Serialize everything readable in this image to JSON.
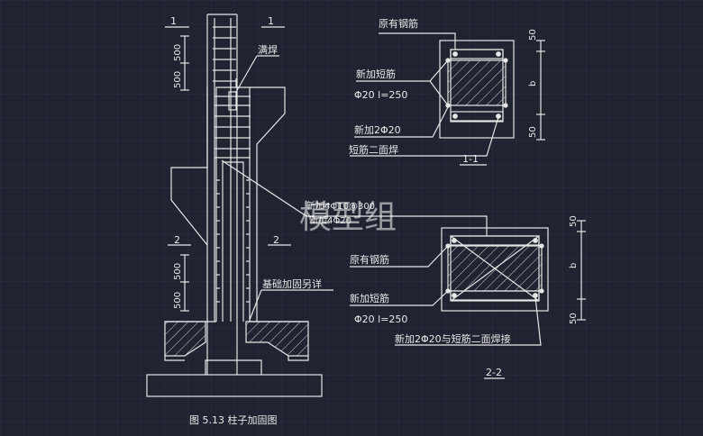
{
  "drawing": {
    "caption": "图 5.13 柱子加固图",
    "elevation": {
      "section_marks": [
        "1",
        "1",
        "2",
        "2"
      ],
      "dimensions": [
        "500",
        "500",
        "500",
        "500"
      ],
      "label_full_weld": "满焊",
      "label_foundation": "基础加固另详",
      "label_overlap_a": "新加4Φ10@300",
      "label_overlap_b": "新加4Φ20"
    },
    "section_1_1": {
      "title": "1-1",
      "label_existing_rebar": "原有钢筋",
      "label_new_short_bar": "新加短筋",
      "label_short_bar_spec": "Φ20  l=250",
      "label_new_bars": "新加2Φ20",
      "label_weld": "短筋二面焊",
      "dim_top": "50",
      "dim_mid": "b",
      "dim_bottom": "50"
    },
    "section_2_2": {
      "title": "2-2",
      "label_existing_rebar": "原有钢筋",
      "label_new_short_bar": "新加短筋",
      "label_short_bar_spec": "Φ20  l=250",
      "label_new_bars_weld": "新加2Φ20与短筋二面焊接",
      "dim_top": "50",
      "dim_mid": "b",
      "dim_bottom": "50"
    },
    "watermark": "模型组"
  },
  "colors": {
    "background": "#1f2430",
    "grid": "#2a303c",
    "line": "#e8e8e8",
    "accent": "#ffffff"
  }
}
